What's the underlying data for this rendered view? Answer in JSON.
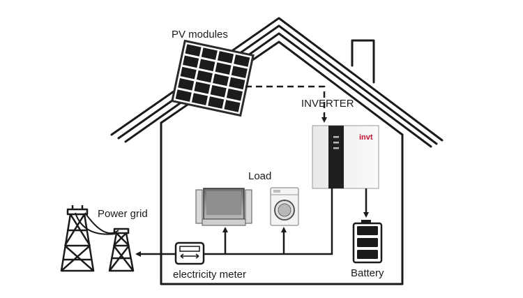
{
  "labels": {
    "pv_modules": "PV modules",
    "inverter": "INVERTER",
    "load": "Load",
    "power_grid": "Power grid",
    "electricity_meter": "electricity meter",
    "battery": "Battery"
  },
  "inverter": {
    "brand": "invt",
    "brand_color": "#c8102e"
  },
  "battery": {
    "level_bars": 3
  },
  "colors": {
    "outline": "#1a1a1a",
    "panel_frame": "#2b2b2b",
    "panel_cell": "#1c1c1c",
    "inverter_body": "#f2f2f2",
    "inverter_stripe": "#1f1f1f"
  },
  "icons": {
    "house": "house-outline-icon",
    "solar_panel": "solar-panel-icon",
    "inverter": "inverter-unit-icon",
    "tv": "tv-icon",
    "washing_machine": "washing-machine-icon",
    "meter": "electricity-meter-icon",
    "pylon": "transmission-tower-icon",
    "battery": "battery-icon"
  }
}
